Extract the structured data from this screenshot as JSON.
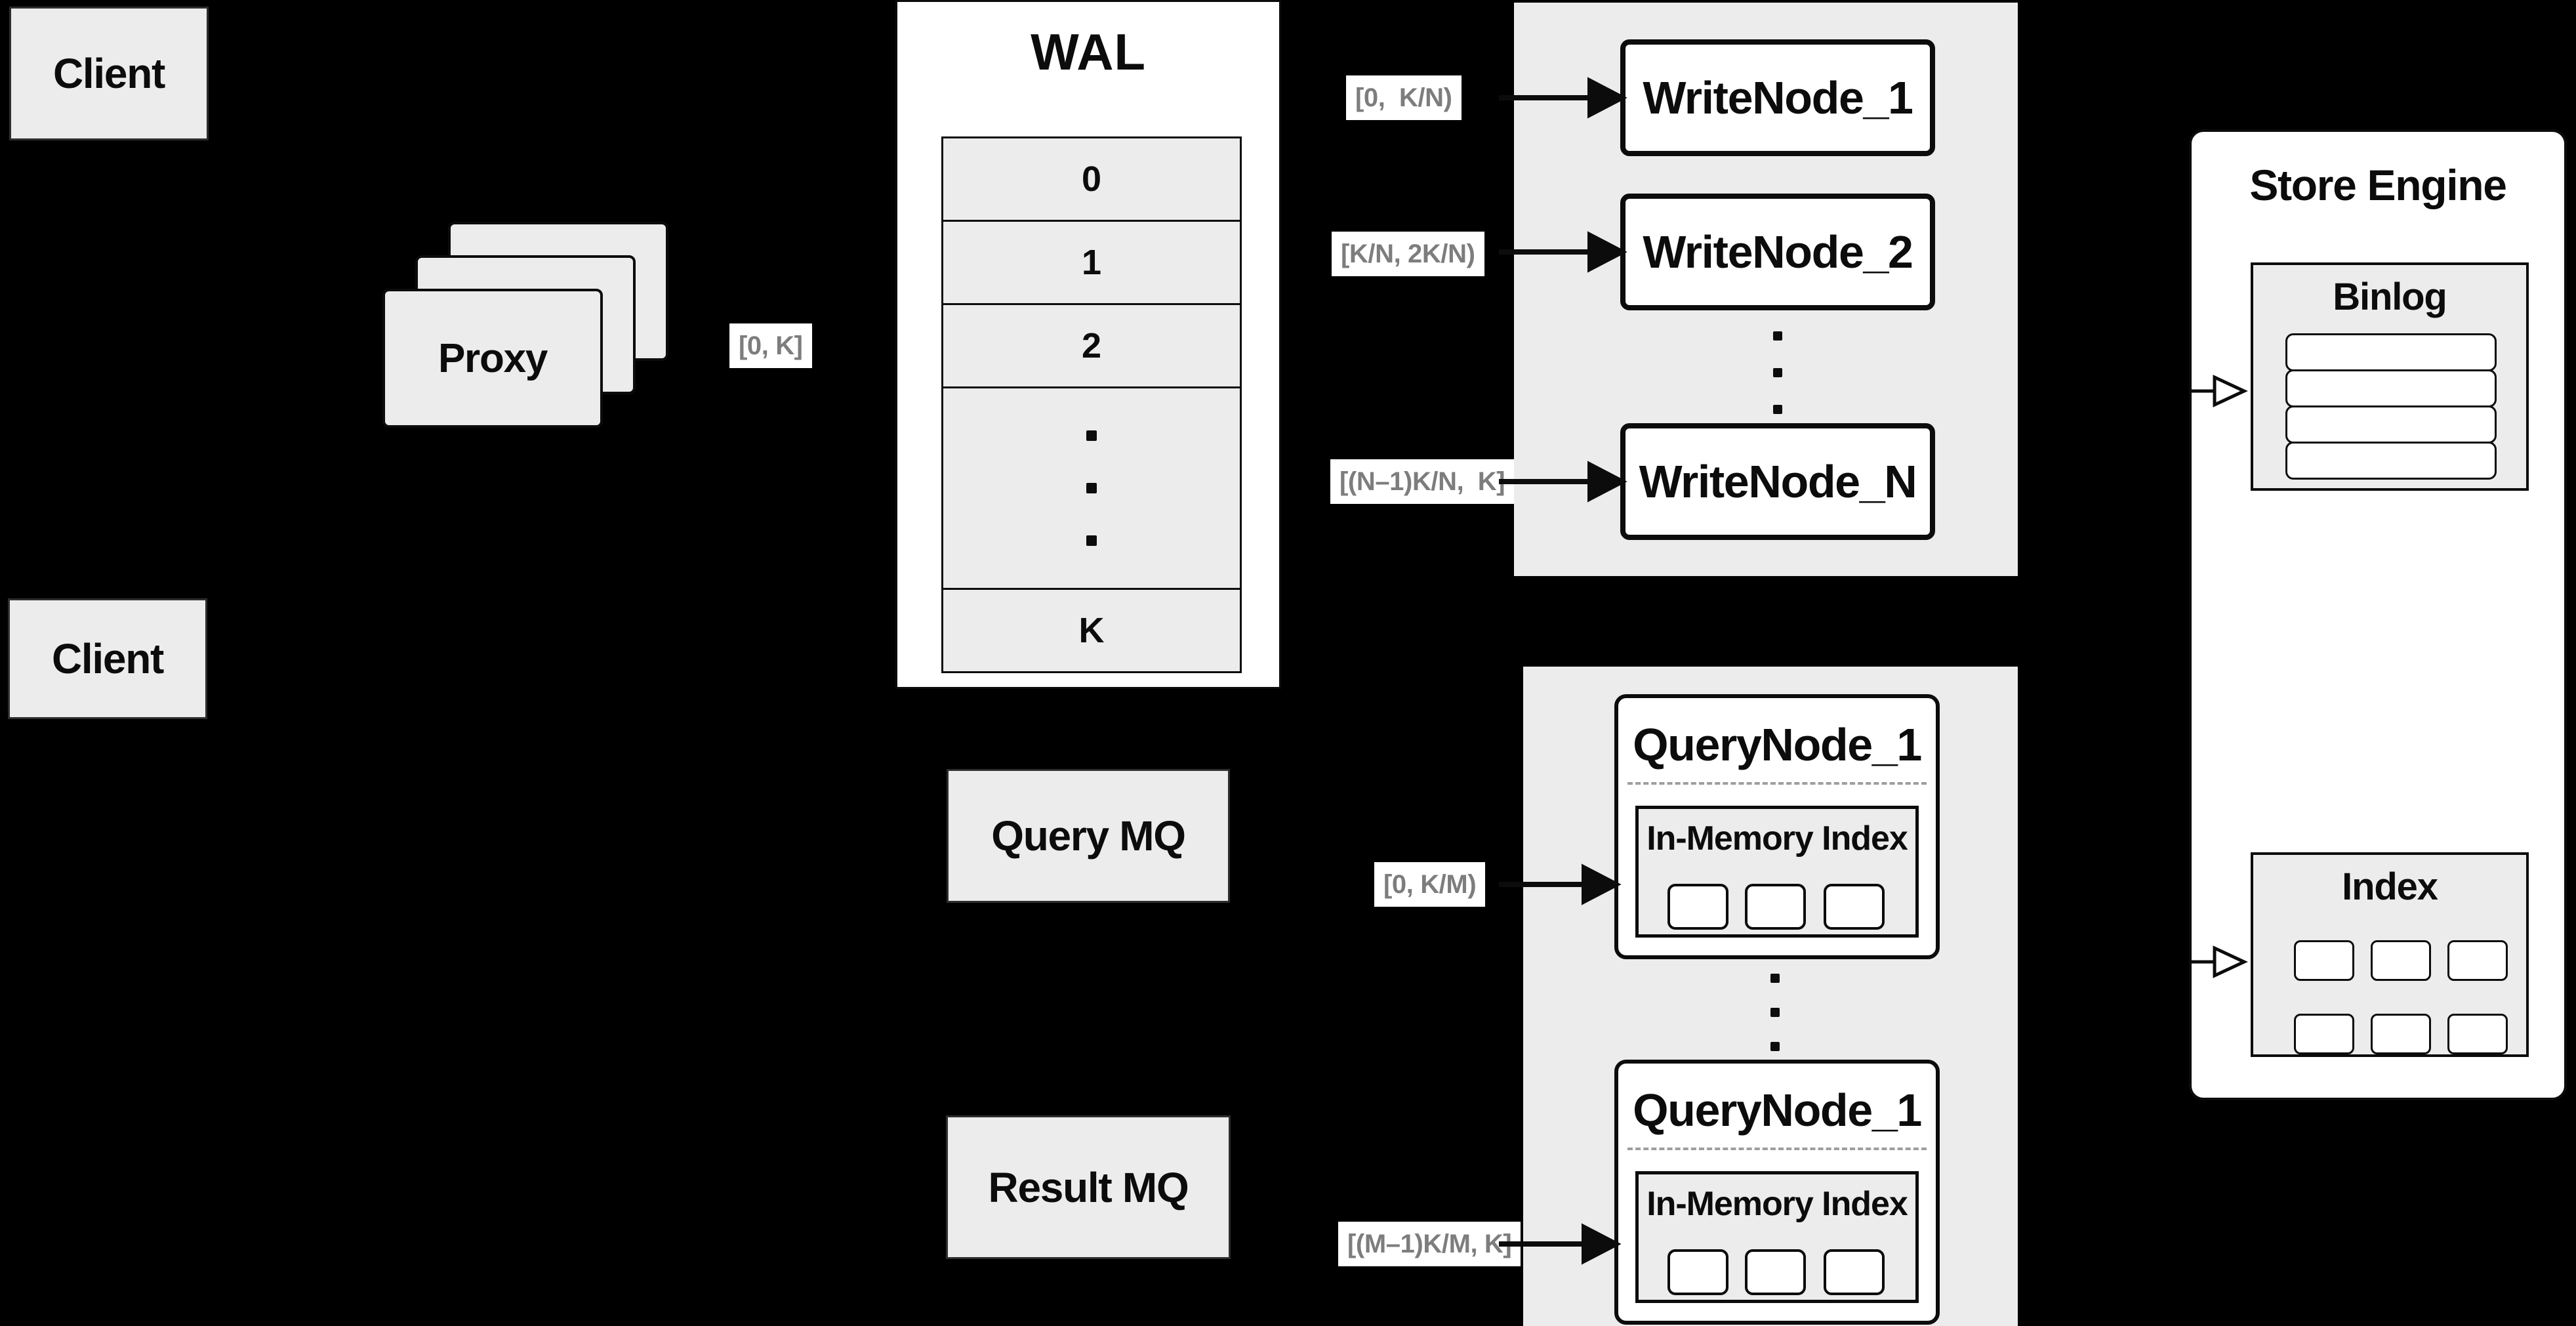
{
  "clients": {
    "top": "Client",
    "bottom": "Client"
  },
  "proxy": {
    "label": "Proxy"
  },
  "wal": {
    "title": "WAL",
    "rows": [
      "0",
      "1",
      "2",
      "K"
    ]
  },
  "write_nodes": {
    "items": [
      "WriteNode_1",
      "WriteNode_2",
      "WriteNode_N"
    ]
  },
  "query_nodes": {
    "items": [
      {
        "title": "QueryNode_1",
        "index_title": "In-Memory Index"
      },
      {
        "title": "QueryNode_1",
        "index_title": "In-Memory Index"
      }
    ]
  },
  "mq": {
    "query": "Query MQ",
    "result": "Result MQ"
  },
  "store_engine": {
    "title": "Store Engine",
    "binlog_title": "Binlog",
    "index_title": "Index"
  },
  "range_labels": {
    "proxy_out": "[0, K]",
    "write_1": "[0,  K/N)",
    "write_2": "[K/N, 2K/N)",
    "write_n": "[(N–1)K/N,  K]",
    "query_1": "[0, K/M)",
    "query_m": "[(M–1)K/M, K]"
  },
  "colors": {
    "canvas": "#000000",
    "panel_fill": "#ececec",
    "node_fill": "#ffffff",
    "border": "#0c0c0c",
    "range_label_text": "#7d7d7d",
    "dashed_divider": "#9e9e9e"
  }
}
